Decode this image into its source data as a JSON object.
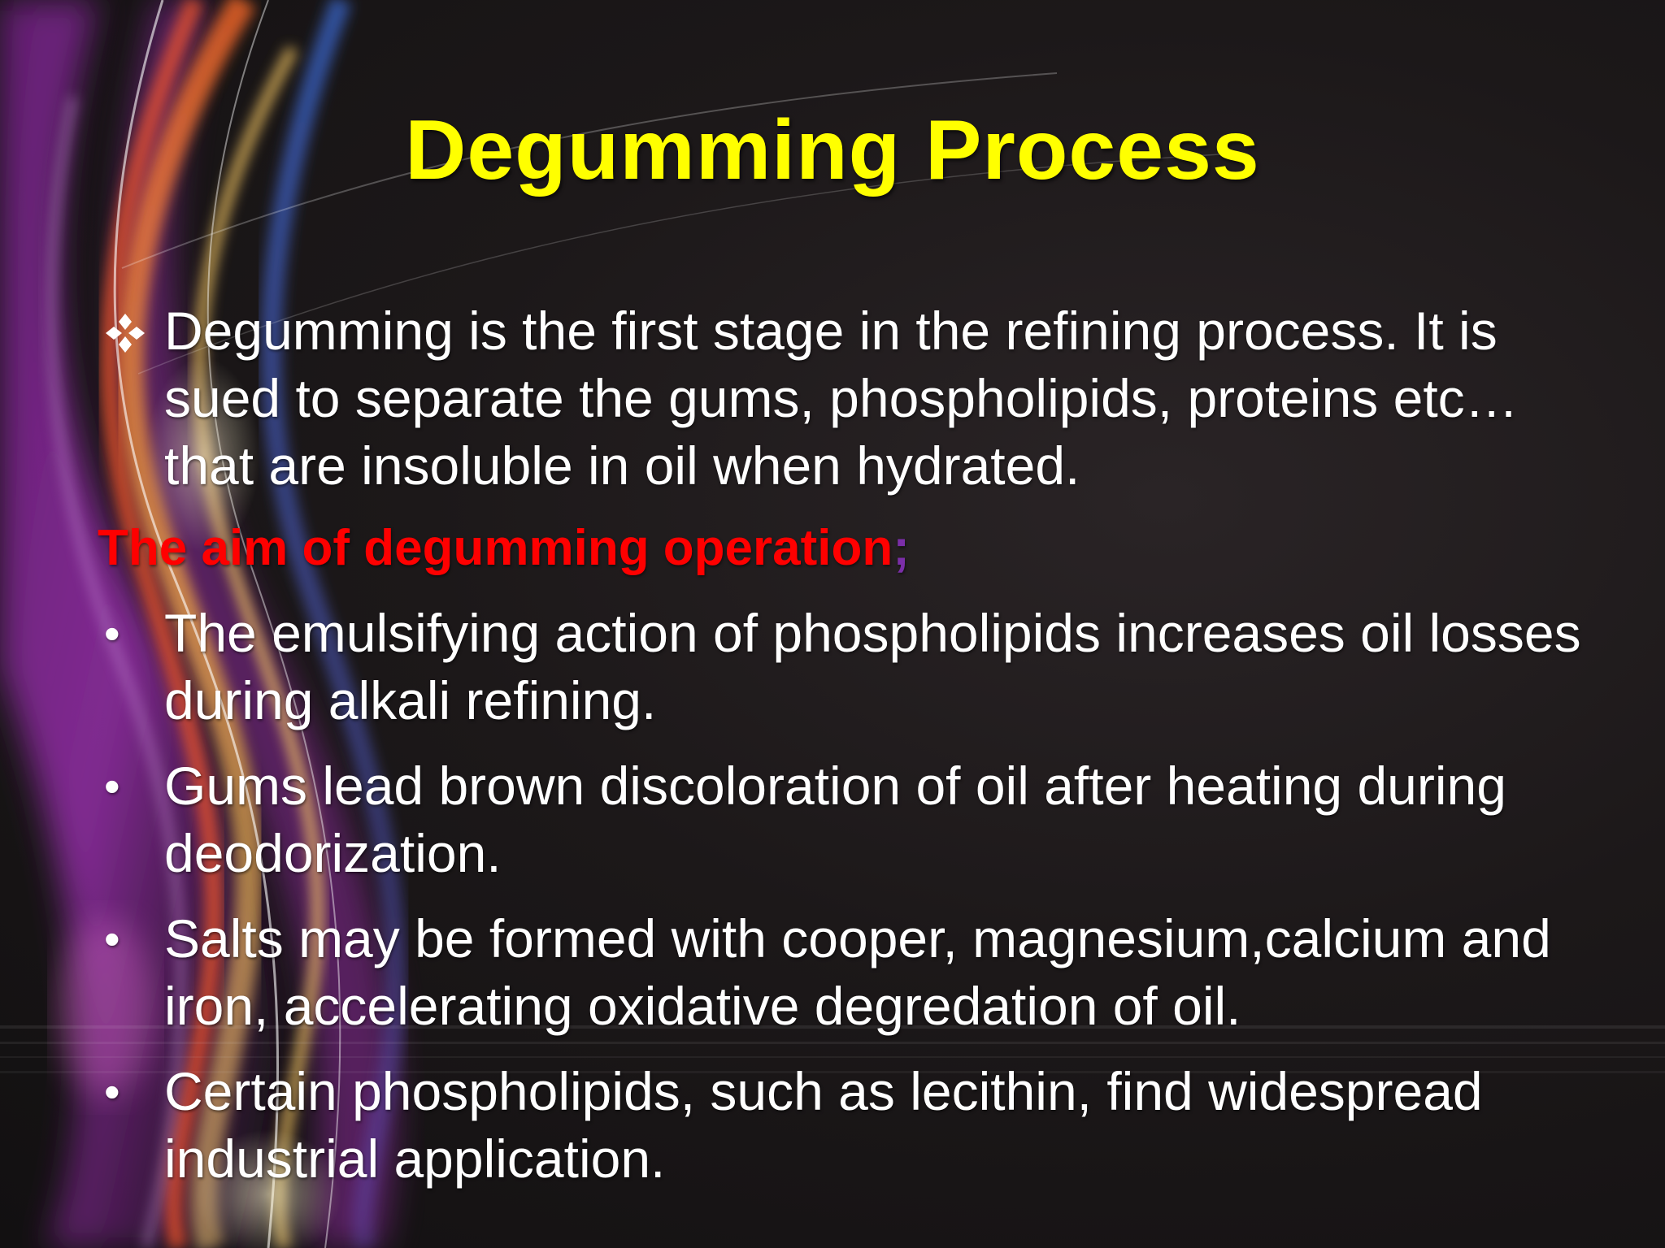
{
  "slide": {
    "title": "Degumming Process",
    "intro": {
      "marker": "❖",
      "text": "Degumming is the first stage in the refining process. It is sued to separate the gums, phospholipids, proteins etc… that are insoluble in oil when hydrated."
    },
    "aim_heading": {
      "text": "The aim of degumming operation",
      "punct": ";"
    },
    "bullet_marker": "•",
    "bullets": [
      "The emulsifying action of phospholipids increases oil losses during alkali refining.",
      "Gums lead brown discoloration of oil after heating during deodorization.",
      "Salts may be formed with cooper, magnesium,calcium and iron, accelerating oxidative degredation of oil.",
      "Certain phospholipids, such as lecithin, find widespread industrial application."
    ],
    "colors": {
      "title": "#ffff00",
      "body_text": "#ffffff",
      "aim_heading": "#ff0000",
      "aim_punct": "#7b2ea8",
      "background": "#1c1819"
    }
  }
}
